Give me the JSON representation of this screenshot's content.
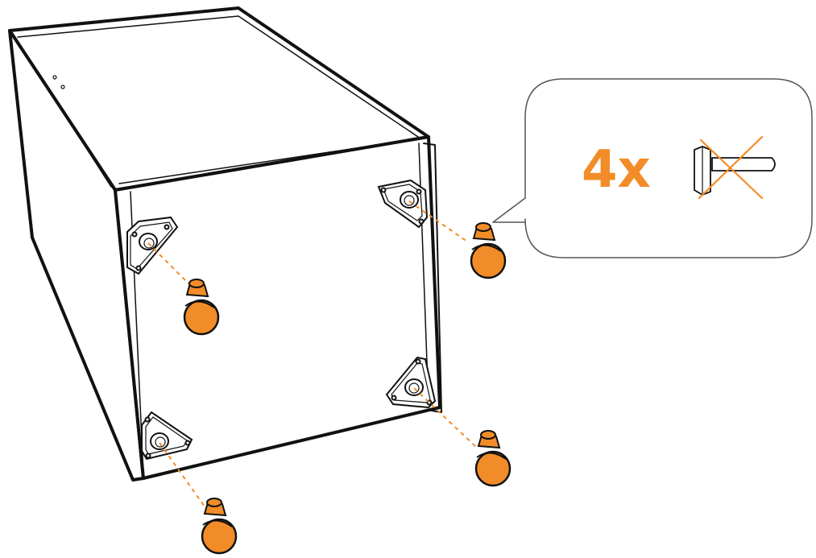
{
  "callout": {
    "quantity_text": "4x",
    "tool_icon": "hammer-icon",
    "tool_status": "not-required",
    "cross_icon": "cross-out-icon"
  },
  "parts": {
    "foot_count": 4,
    "foot_icon": "glide-foot-icon",
    "plate_icon": "mounting-plate-icon"
  },
  "colors": {
    "accent": "#F28C28",
    "line": "#111111",
    "background": "#FFFFFF"
  }
}
